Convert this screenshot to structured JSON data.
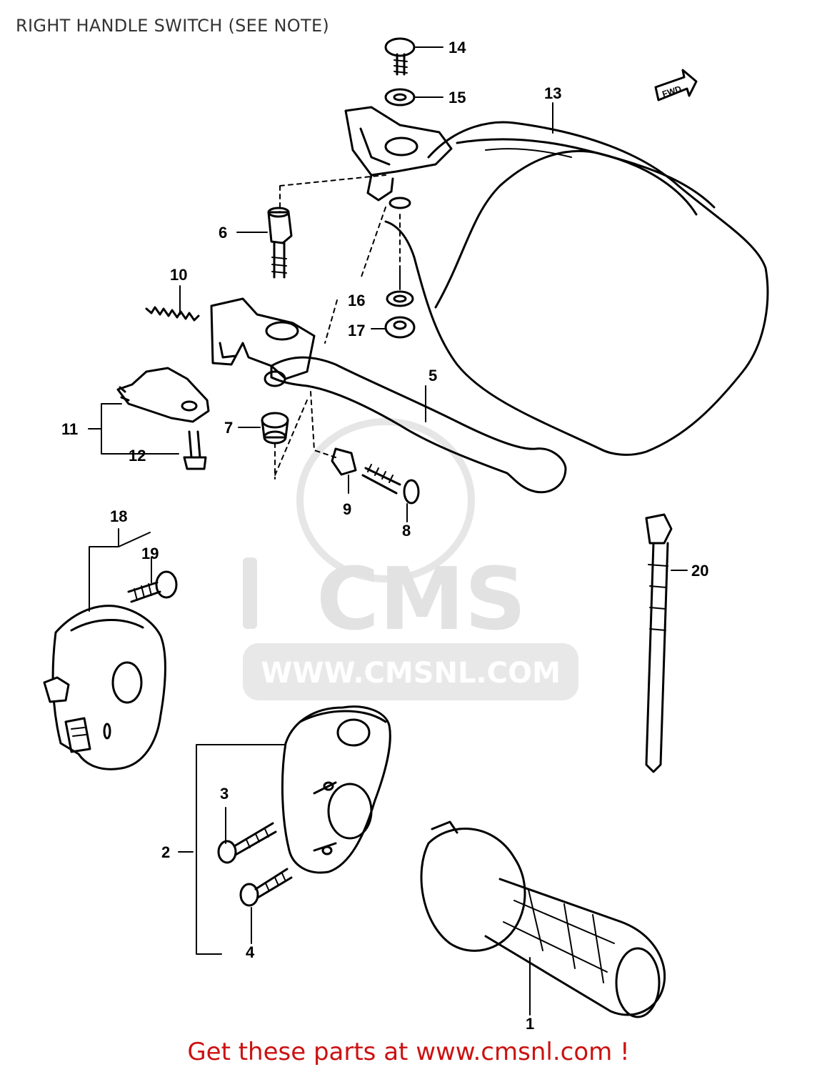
{
  "title": "RIGHT HANDLE SWITCH (SEE NOTE)",
  "fwd_label": "FWD",
  "watermark": {
    "brand": "CMS",
    "url": "WWW.CMSNL.COM"
  },
  "callouts": {
    "c1": "1",
    "c2": "2",
    "c3": "3",
    "c4": "4",
    "c5": "5",
    "c6": "6",
    "c7": "7",
    "c8": "8",
    "c9": "9",
    "c10": "10",
    "c11": "11",
    "c12": "12",
    "c13": "13",
    "c14": "14",
    "c15": "15",
    "c16": "16",
    "c17": "17",
    "c18": "18",
    "c19": "19",
    "c20": "20"
  },
  "footer": {
    "prefix": "Get these parts at ",
    "link": "www.cmsnl.com",
    "suffix": " !"
  },
  "colors": {
    "footer_text": "#cc1111",
    "watermark": "#dddddd",
    "line": "#000000"
  }
}
